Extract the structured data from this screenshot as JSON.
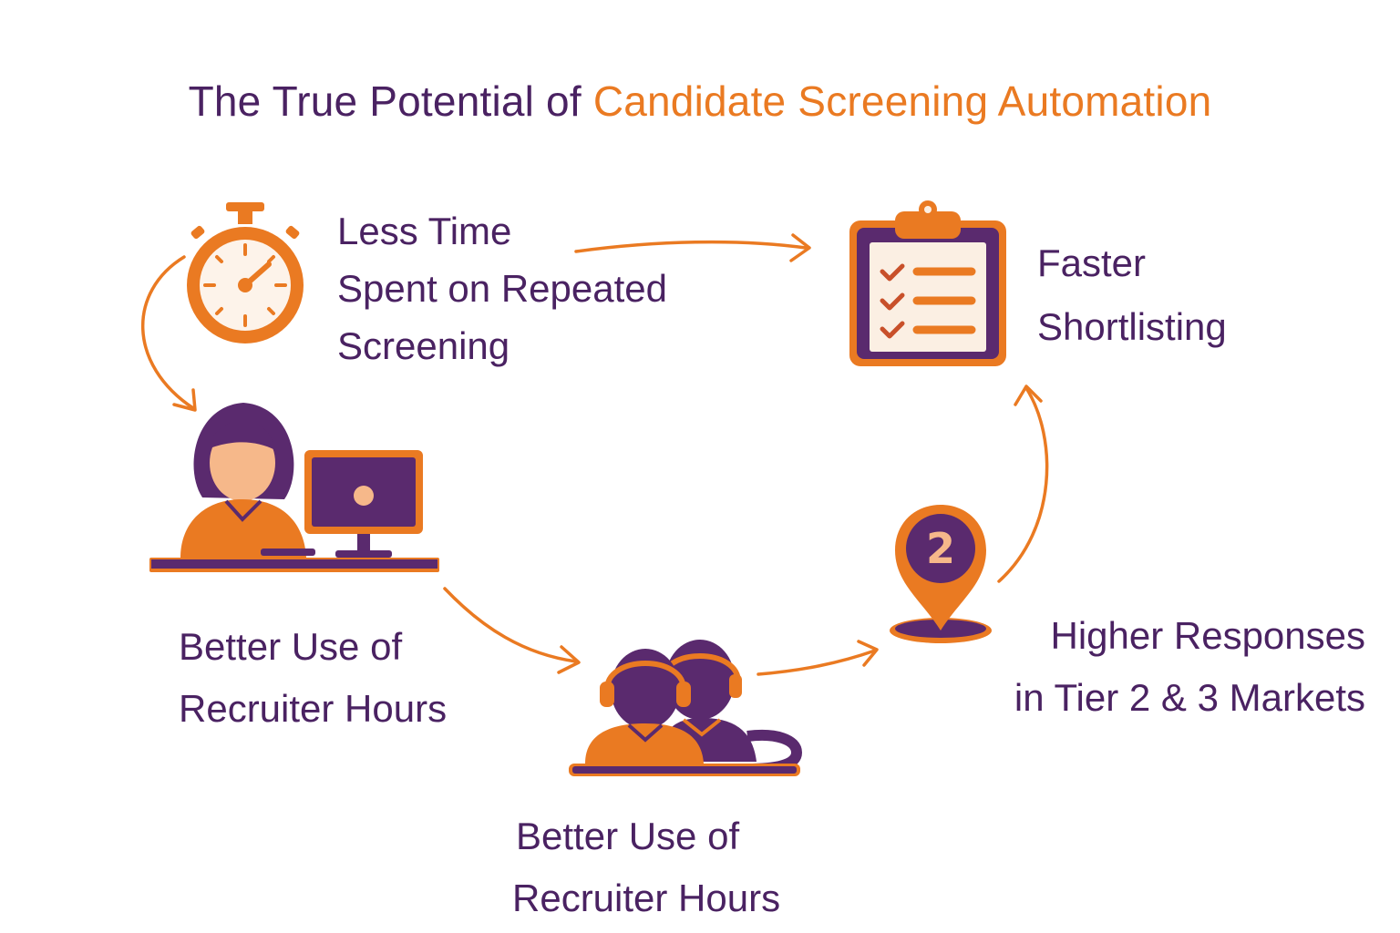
{
  "title": {
    "prefix": "The True Potential of ",
    "highlight": "Candidate Screening Automation"
  },
  "steps": {
    "less_time": {
      "lines": [
        "Less Time",
        "Spent on Repeated",
        "Screening"
      ],
      "icon": "stopwatch-icon"
    },
    "faster_shortlisting": {
      "lines": [
        "Faster",
        "Shortlisting"
      ],
      "icon": "clipboard-checklist-icon"
    },
    "recruiter_hours_left": {
      "lines": [
        "Better Use of",
        "Recruiter Hours"
      ],
      "icon": "recruiter-at-computer-icon"
    },
    "recruiter_hours_bottom": {
      "lines": [
        "Better Use of",
        "Recruiter Hours"
      ],
      "icon": "headset-team-icon"
    },
    "higher_responses": {
      "lines": [
        "Higher Responses",
        "in Tier 2 & 3 Markets"
      ],
      "icon": "map-pin-icon",
      "pin_number": "2"
    }
  },
  "colors": {
    "orange": "#ea7a22",
    "purple": "#4a2262",
    "cream": "#fbefe3"
  }
}
